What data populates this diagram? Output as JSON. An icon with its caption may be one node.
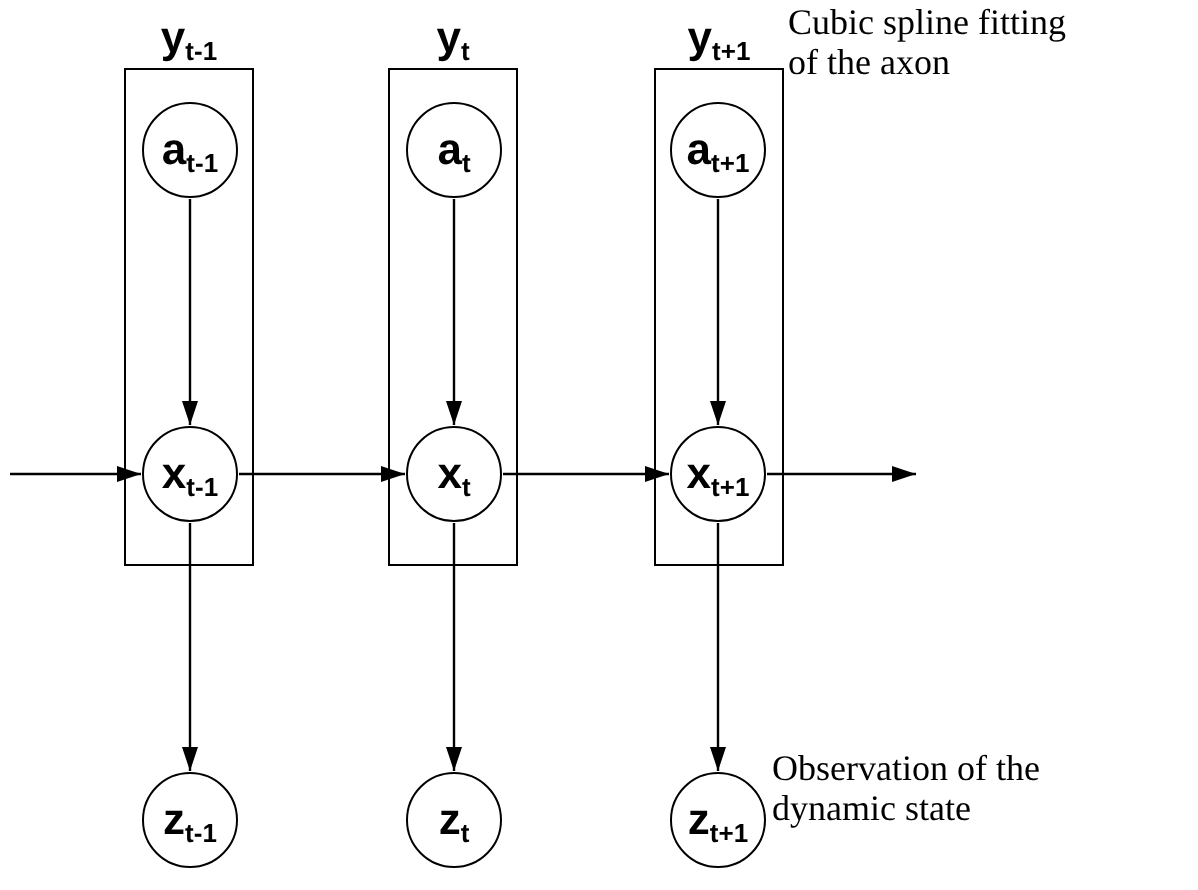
{
  "diagram": {
    "nodes": [
      {
        "text": [
          "y$_{t-1}$"
        ]
      },
      {
        "text": [
          "a$_{t-1}$"
        ],
        "in": 0
      },
      {
        "text": [
          "x$_{t-1}$"
        ],
        "in": 0
      },
      {
        "text": [
          "y$_{t}$"
        ]
      },
      {
        "text": [
          "a$_{t}$"
        ],
        "in": 3
      },
      {
        "text": [
          "x$_{t}$"
        ],
        "in": 3
      },
      {
        "text": [
          "y$_{t+1}$"
        ]
      },
      {
        "text": [
          "a$_{t+1}$"
        ],
        "in": 6
      },
      {
        "text": [
          "x$_{t+1}$"
        ],
        "in": 6
      },
      {
        "text": [
          "z$_{t-1}$"
        ]
      },
      {
        "text": [
          "z$_{t}$"
        ]
      },
      {
        "text": [
          "z$_{t+1}$"
        ]
      }
    ],
    "edges": [
      {
        "from": null,
        "to": 2,
        "arrow": "to"
      },
      {
        "from": 1,
        "to": 2,
        "arrow": "to"
      },
      {
        "from": 4,
        "to": 5,
        "arrow": "to"
      },
      {
        "from": 7,
        "to": 8,
        "arrow": "to"
      },
      {
        "from": 2,
        "to": 5,
        "arrow": "to"
      },
      {
        "from": 5,
        "to": 8,
        "arrow": "to"
      },
      {
        "from": 8,
        "to": null,
        "arrow": "to"
      },
      {
        "from": 2,
        "to": 9,
        "arrow": "to"
      },
      {
        "from": 5,
        "to": 10,
        "arrow": "to"
      },
      {
        "from": 8,
        "to": 11,
        "arrow": "to"
      }
    ],
    "labels": [
      "Cubic spline fitting of the axon",
      "Observation of the dynamic state"
    ]
  }
}
